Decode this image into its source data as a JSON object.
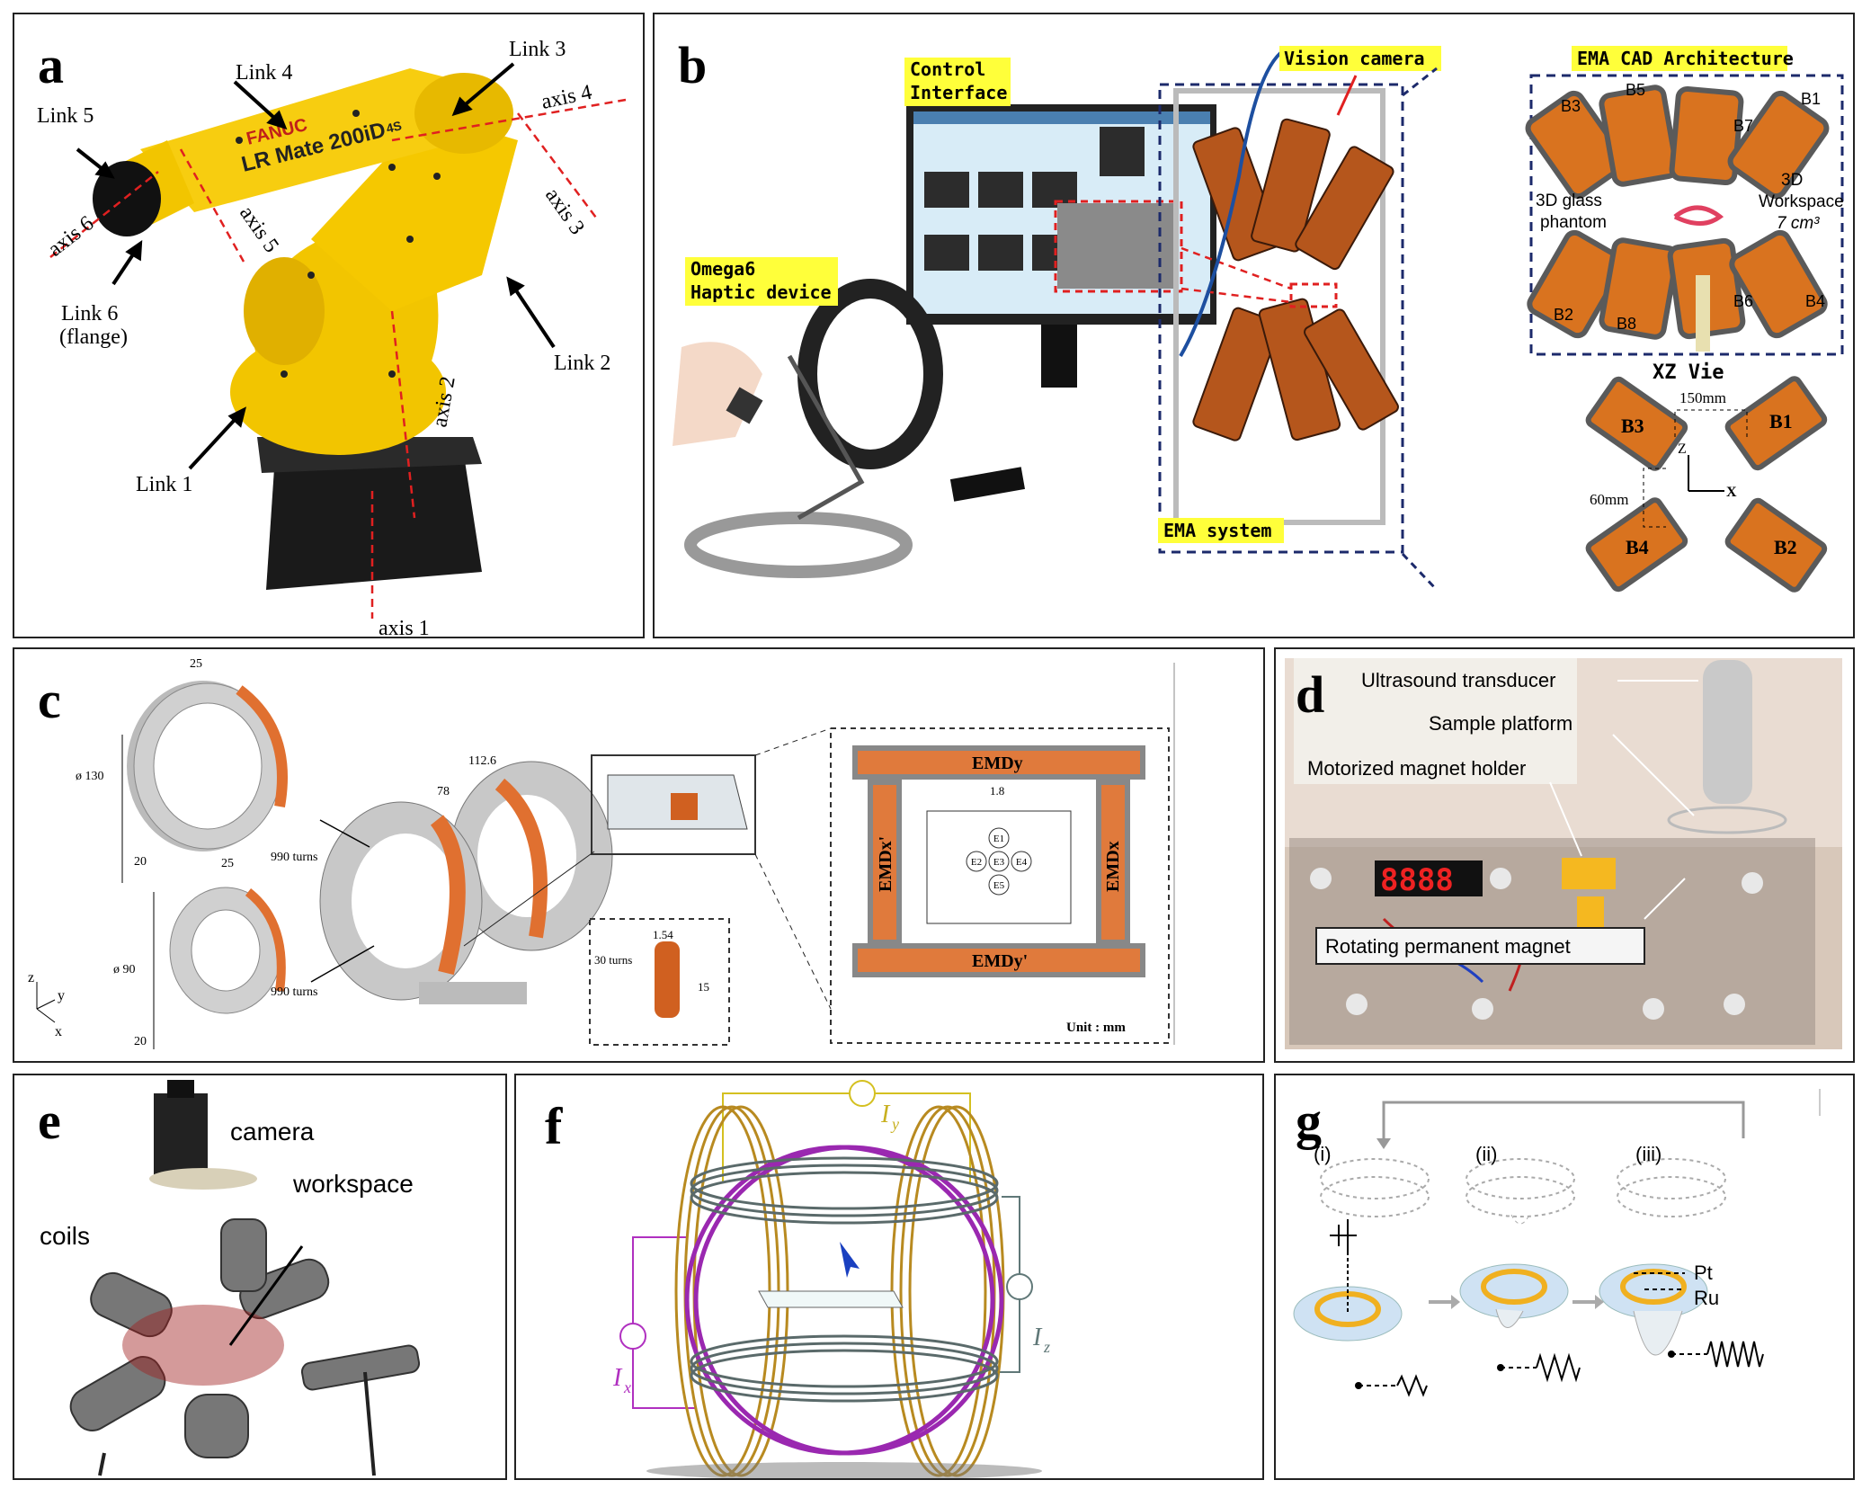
{
  "panels": {
    "a": {
      "label": "a",
      "links": [
        "Link 1",
        "Link 2",
        "Link 3",
        "Link 4",
        "Link 5",
        "Link 6",
        "(flange)"
      ],
      "axes": [
        "axis 1",
        "axis 2",
        "axis 3",
        "axis 4",
        "axis 5",
        "axis 6"
      ],
      "robot_brand": "FANUC",
      "robot_model": "LR Mate 200iD",
      "robot_model_sub": "4S",
      "colors": {
        "robot": "#f2c500",
        "base": "#1a1a1a",
        "axis": "#e02020"
      }
    },
    "b": {
      "label": "b",
      "control_interface": [
        "Control",
        "Interface"
      ],
      "vision_camera": "Vision camera",
      "haptic": [
        "Omega6",
        "Haptic device"
      ],
      "ema_system": "EMA system",
      "cad_title": "EMA CAD Architecture",
      "coils": [
        "B1",
        "B2",
        "B3",
        "B4",
        "B5",
        "B6",
        "B7",
        "B8"
      ],
      "glass_phantom": [
        "3D glass",
        "phantom"
      ],
      "workspace": [
        "3D",
        "Workspace",
        "7 cm³"
      ],
      "xz_view": "XZ Vie",
      "dim_150": "150mm",
      "dim_60": "60mm",
      "axis_z": "Z",
      "axis_x": "X",
      "colors": {
        "coil": "#d9731f",
        "highlight": "#ffff3a",
        "frame": "#1c2a6b"
      }
    },
    "c": {
      "label": "c",
      "dims": {
        "d25a": "25",
        "d130": "ø 130",
        "d20a": "20",
        "turns990a": "990 turns",
        "d25b": "25",
        "d90": "ø 90",
        "d20b": "20",
        "turns990b": "990 turns",
        "d78": "78",
        "d112": "112.6",
        "d154": "1.54",
        "turns30": "30 turns",
        "d15": "15",
        "d18": "1.8"
      },
      "coils": {
        "top": "EMDy",
        "bottom": "EMDy'",
        "left": "EMDx'",
        "right": "EMDx"
      },
      "electrodes": [
        "E1",
        "E2",
        "E3",
        "E4",
        "E5"
      ],
      "unit": "Unit : mm",
      "axes": {
        "z": "z",
        "y": "y",
        "x": "x"
      }
    },
    "d": {
      "label": "d",
      "labels": [
        "Ultrasound transducer",
        "Sample platform",
        "Motorized magnet holder",
        "Rotating permanent magnet"
      ],
      "display": "8888"
    },
    "e": {
      "label": "e",
      "labels": [
        "camera",
        "workspace",
        "coils"
      ]
    },
    "f": {
      "label": "f",
      "currents": {
        "x": "I",
        "x_sub": "x",
        "y": "I",
        "y_sub": "y",
        "z": "I",
        "z_sub": "z"
      },
      "colors": {
        "iy": "#d4c020",
        "ix": "#b030c0",
        "iz": "#607878",
        "helmholtz": "#5a6a6a"
      }
    },
    "g": {
      "label": "g",
      "steps": [
        "(i)",
        "(ii)",
        "(iii)"
      ],
      "materials": [
        "Pt",
        "Ru"
      ]
    }
  }
}
